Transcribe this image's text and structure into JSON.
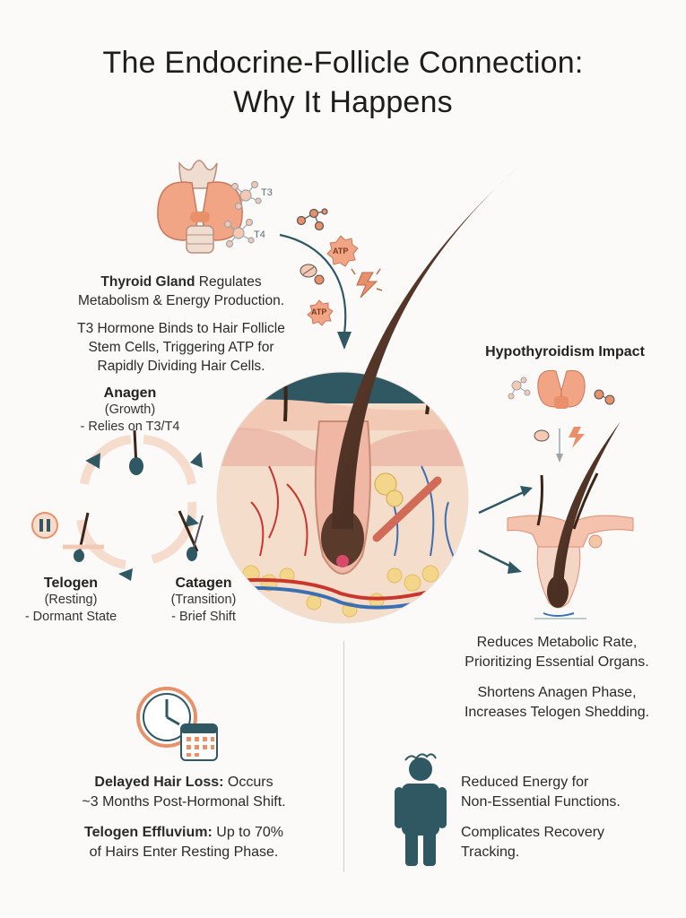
{
  "title": {
    "line1": "The Endocrine-Follicle Connection:",
    "line2": "Why It Happens"
  },
  "thyroid": {
    "t3_label": "T3",
    "t4_label": "T4",
    "atp_label_1": "ATP",
    "atp_label_2": "ATP",
    "line1_bold": "Thyroid Gland",
    "line1_rest": " Regulates",
    "line2": "Metabolism & Energy Production.",
    "line3": "T3 Hormone Binds to Hair Follicle",
    "line4": "Stem Cells, Triggering ATP for",
    "line5": "Rapidly Dividing Hair Cells."
  },
  "cycle": {
    "anagen": {
      "name": "Anagen",
      "sub": "(Growth)",
      "note": "- Relies on T3/T4"
    },
    "telogen": {
      "name": "Telogen",
      "sub": "(Resting)",
      "note": "- Dormant State"
    },
    "catagen": {
      "name": "Catagen",
      "sub": "(Transition)",
      "note": "- Brief Shift"
    }
  },
  "hypo": {
    "heading": "Hypothyroidism Impact",
    "p1_l1": "Reduces Metabolic Rate,",
    "p1_l2": "Prioritizing Essential Organs.",
    "p2_l1": "Shortens Anagen Phase,",
    "p2_l2": "Increases Telogen Shedding."
  },
  "delay": {
    "p1_bold": "Delayed Hair Loss:",
    "p1_rest": " Occurs",
    "p1_l2": "~3 Months Post-Hormonal Shift.",
    "p2_bold": "Telogen Effluvium:",
    "p2_rest": " Up to 70%",
    "p2_l2": "of Hairs Enter Resting Phase."
  },
  "energy": {
    "p1_l1": "Reduced Energy for",
    "p1_l2": "Non-Essential Functions.",
    "p2_l1": "Complicates Recovery",
    "p2_l2": "Tracking."
  },
  "colors": {
    "accent": "#e8906a",
    "dark_teal": "#2f5862",
    "hair": "#4a2f22",
    "skin": "#f2c9b4"
  },
  "icons": [
    "thyroid-icon",
    "molecule-icon",
    "atp-icon",
    "lightning-icon",
    "pause-icon",
    "clock-icon",
    "calendar-icon",
    "person-icon"
  ]
}
